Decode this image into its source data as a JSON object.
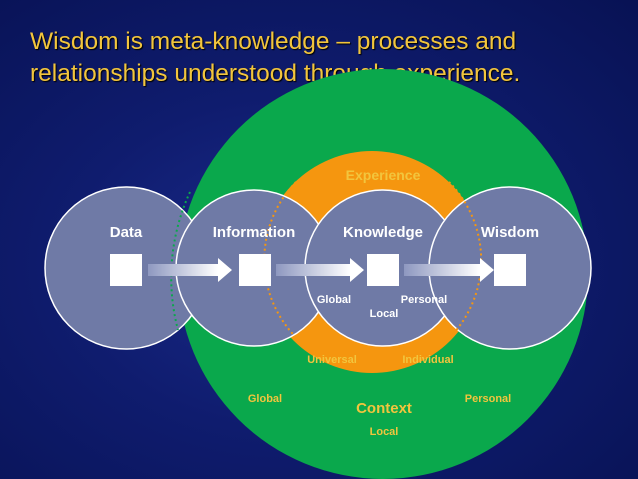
{
  "title": {
    "line1": "Wisdom is meta-knowledge – processes and",
    "line2": "relationships understood through experience."
  },
  "context": {
    "label": "Context",
    "left_label": "Global",
    "center_label": "Local",
    "right_label": "Personal"
  },
  "experience": {
    "label": "Experience",
    "left_label": "Universal",
    "right_label": "Individual"
  },
  "circles": [
    {
      "label": "Data"
    },
    {
      "label": "Information"
    },
    {
      "label": "Knowledge"
    },
    {
      "label": "Wisdom"
    }
  ],
  "knowledge_sublabels": {
    "left": "Global",
    "right": "Personal",
    "center": "Local"
  },
  "colors": {
    "background": "#0f1c6e",
    "title": "#f2c53d",
    "context_green": "#0aa84c",
    "experience_orange": "#f5960f",
    "circle_fill": "#6f7aa6",
    "label_text": "#ffffff",
    "accent_text": "#f2c53d"
  }
}
